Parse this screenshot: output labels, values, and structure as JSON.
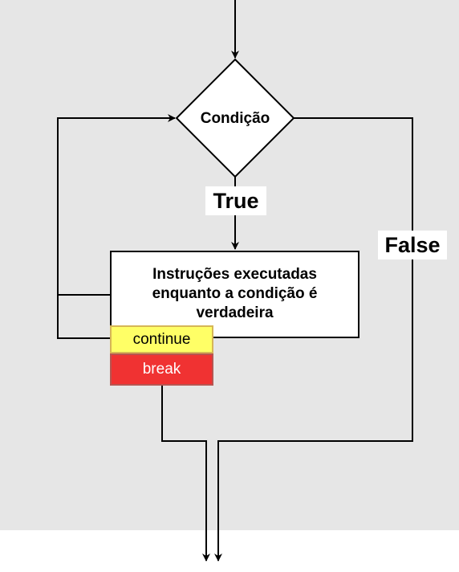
{
  "diagram": {
    "condition_label": "Condição",
    "true_label": "True",
    "false_label": "False",
    "process_text": "Instruções executadas enquanto a condição é verdadeira",
    "continue_label": "continue",
    "break_label": "break"
  },
  "colors": {
    "background": "#e6e6e6",
    "continue_fill": "#ffff66",
    "continue_border": "#d6b656",
    "break_fill": "#f03232",
    "break_border": "#b85450",
    "line": "#000000"
  }
}
